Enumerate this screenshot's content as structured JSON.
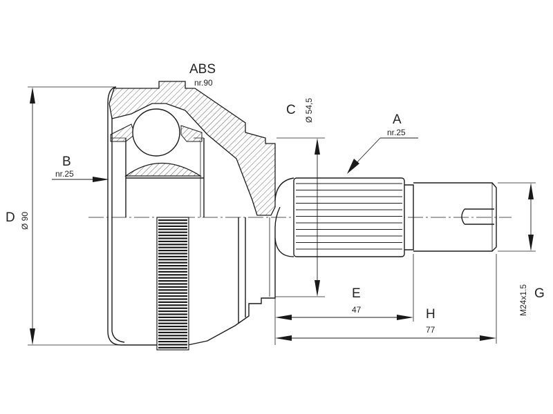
{
  "labels": {
    "abs": "ABS",
    "abs_nr": "nr.90",
    "a": "A",
    "a_nr": "nr.25",
    "b": "B",
    "b_nr": "nr.25",
    "c": "C",
    "c_dia": "Ø 54,5",
    "d": "D",
    "d_dia": "Ø 90",
    "e": "E",
    "e_val": "47",
    "h": "H",
    "h_val": "77",
    "g": "G",
    "g_thread": "M24x1.5"
  }
}
